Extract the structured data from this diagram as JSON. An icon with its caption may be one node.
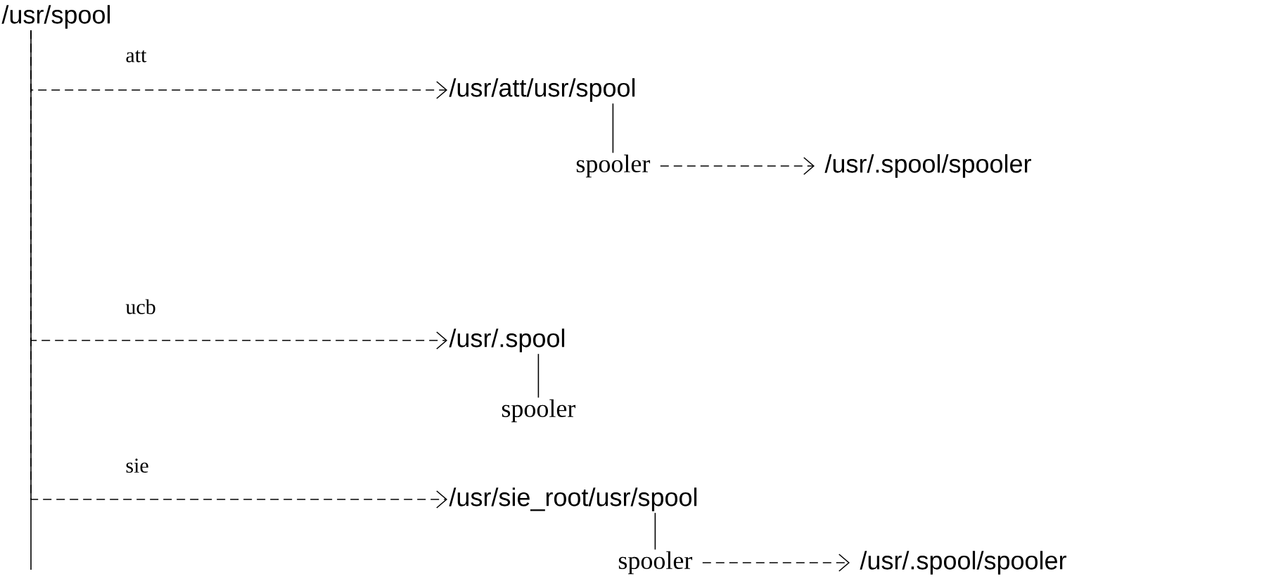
{
  "diagram": {
    "nodes": [
      {
        "text": [
          "/usr/spool"
        ]
      },
      {
        "text": [
          "/usr/att/usr/spool"
        ]
      },
      {
        "text": [
          "spooler"
        ]
      },
      {
        "text": [
          "/usr/.spool/spooler"
        ]
      },
      {
        "text": [
          "/usr/.spool"
        ]
      },
      {
        "text": [
          "spooler"
        ]
      },
      {
        "text": [
          "/usr/sie_root/usr/spool"
        ]
      },
      {
        "text": [
          "spooler"
        ]
      },
      {
        "text": [
          "/usr/.spool/spooler"
        ]
      }
    ],
    "edges": [
      {
        "from": 0,
        "to": 1,
        "arrow": "to",
        "style": "dashed",
        "label": "att"
      },
      {
        "from": 1,
        "to": 2,
        "arrow": "none"
      },
      {
        "from": 2,
        "to": 3,
        "arrow": "to",
        "style": "dashed"
      },
      {
        "from": 0,
        "to": 4,
        "arrow": "to",
        "style": "dashed",
        "label": "ucb"
      },
      {
        "from": 4,
        "to": 5,
        "arrow": "none"
      },
      {
        "from": 0,
        "to": 6,
        "arrow": "to",
        "style": "dashed",
        "label": "sie"
      },
      {
        "from": 6,
        "to": 7,
        "arrow": "none"
      },
      {
        "from": 7,
        "to": 8,
        "arrow": "to",
        "style": "dashed"
      }
    ]
  }
}
